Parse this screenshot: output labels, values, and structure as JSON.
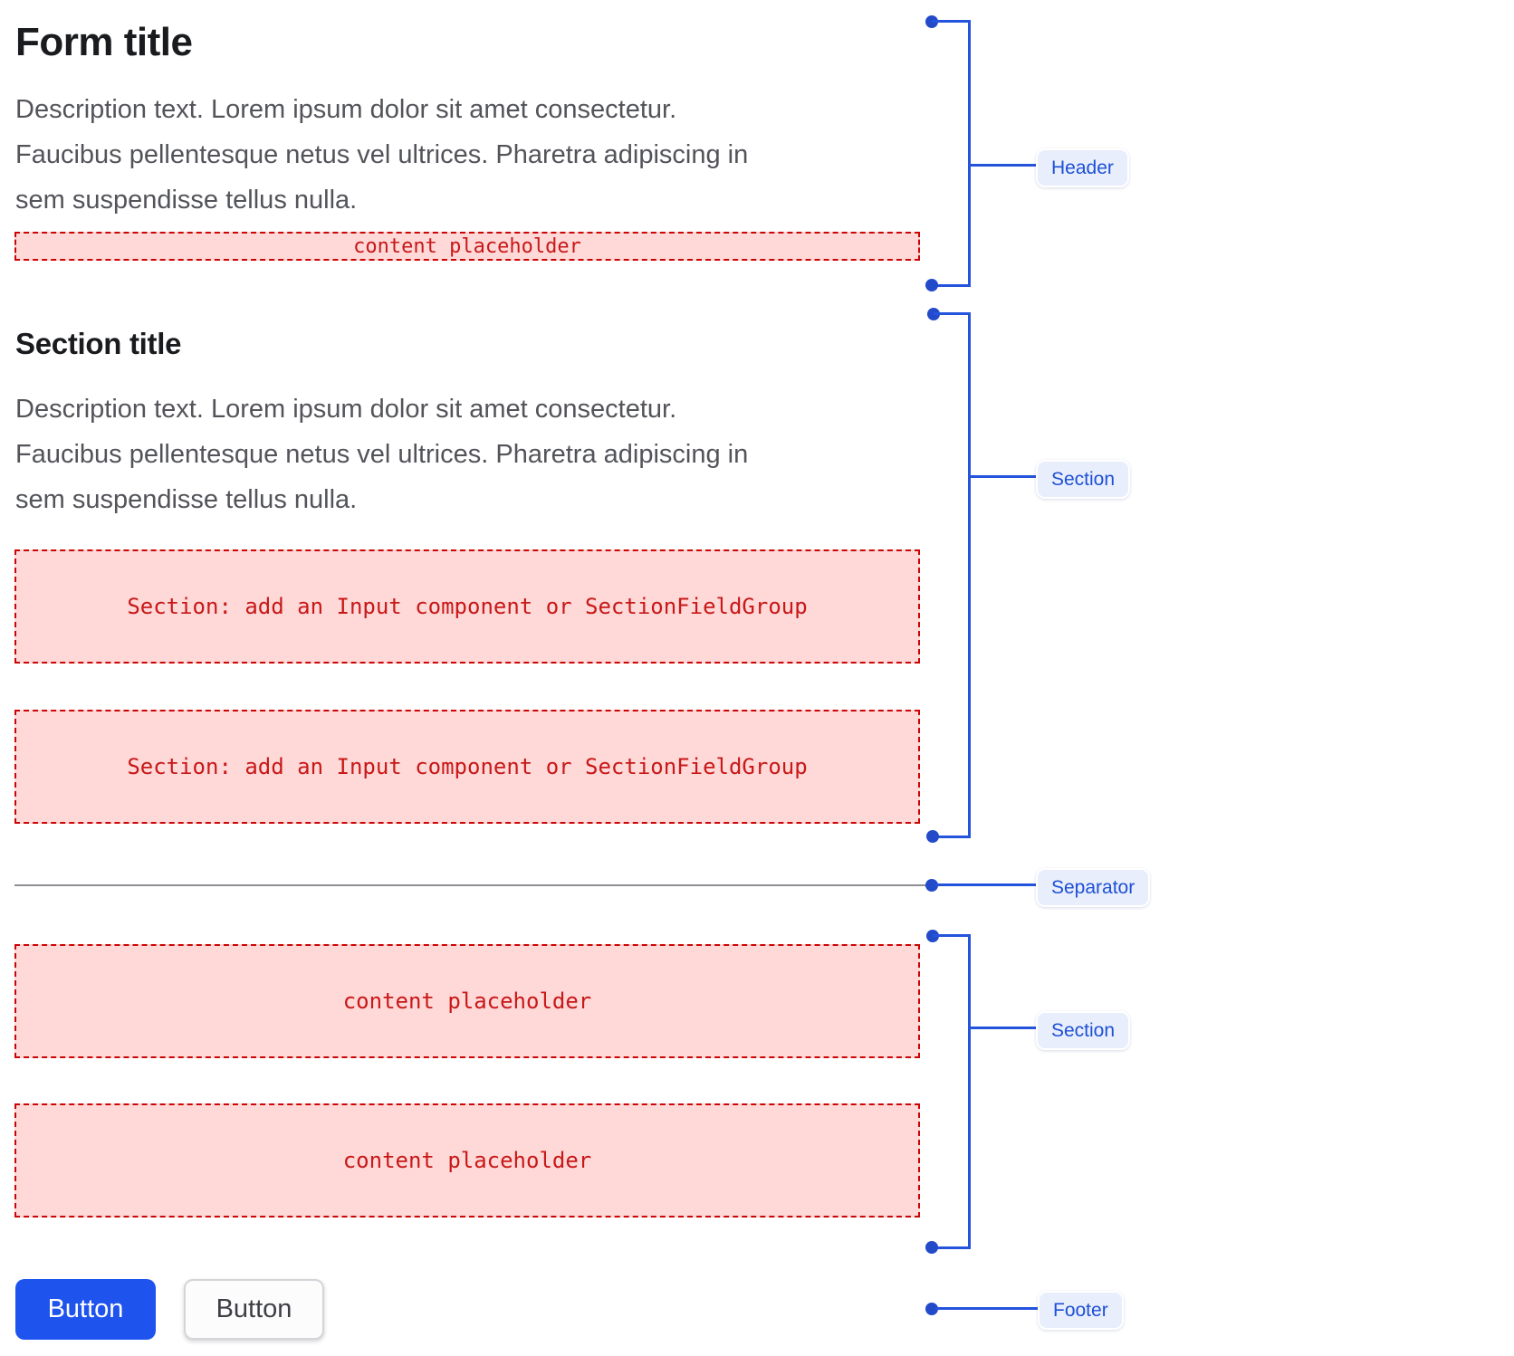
{
  "header": {
    "title": "Form title",
    "description": "Description text. Lorem ipsum dolor sit amet consectetur.\nFaucibus pellentesque netus vel ultrices. Pharetra adipiscing in\nsem suspendisse tellus nulla.",
    "placeholder": "content placeholder"
  },
  "section": {
    "title": "Section title",
    "description": "Description text. Lorem ipsum dolor sit amet consectetur.\nFaucibus pellentesque netus vel ultrices. Pharetra adipiscing in\nsem suspendisse tellus nulla.",
    "field_placeholder": "Section: add an Input component or SectionFieldGroup"
  },
  "content_section": {
    "placeholder": "content placeholder"
  },
  "footer": {
    "primary_button": "Button",
    "secondary_button": "Button"
  },
  "annotations": {
    "header": "Header",
    "section_top": "Section",
    "separator": "Separator",
    "section_bottom": "Section",
    "footer": "Footer"
  },
  "colors": {
    "accent_blue": "#2453dc",
    "annotation_label_bg": "#e9eefc",
    "annotation_label_text": "#1d50d6",
    "placeholder_bg": "#ffd8d8",
    "placeholder_border": "#cb0404",
    "placeholder_text": "#c81818",
    "primary_button_bg": "#1e53ee",
    "separator_gray": "#8e8e93",
    "title_text": "#1a1b1e",
    "description_text": "#53545a"
  }
}
